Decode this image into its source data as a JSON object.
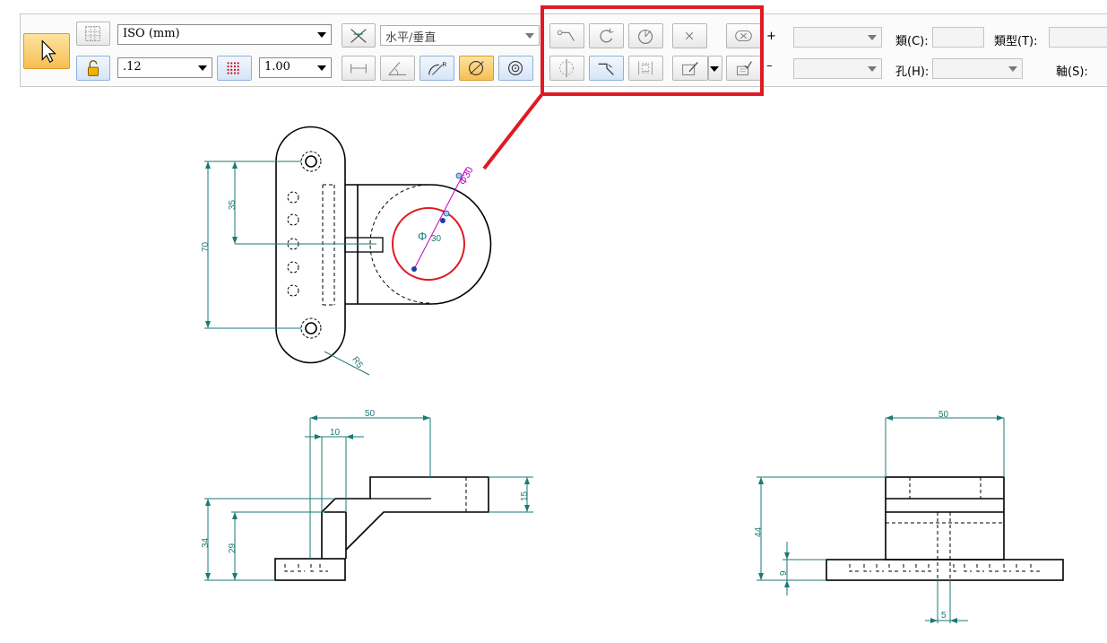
{
  "ribbon": {
    "standard_select": "ISO (mm)",
    "line_width_select": ".12",
    "scale_select": "1.00",
    "orientation_select": "水平/垂直",
    "plus_label": "+",
    "minus_label": "–",
    "class_label": "類(C):",
    "type_label": "類型(T):",
    "hole_label": "孔(H):",
    "axis_label": "軸(S):",
    "delete_icon_glyph": "×"
  },
  "drawing": {
    "top_view": {
      "dim_35": "35",
      "dim_70": "70",
      "dim_radius": "R5",
      "dim_phi_label": "Φ",
      "dim_phi_value": "30",
      "dim_phi_angled": "Φ30"
    },
    "front_view": {
      "dim_50": "50",
      "dim_10": "10",
      "dim_15": "15",
      "dim_34": "34",
      "dim_29": "29"
    },
    "side_view": {
      "dim_50": "50",
      "dim_44": "44",
      "dim_9": "9",
      "dim_5": "5"
    }
  },
  "colors": {
    "dimension": "#1a7a76",
    "highlight": "#e01a24",
    "selected_circle": "#e01a24",
    "magenta_dim": "#c000c0",
    "active_button": "#f7bf52"
  }
}
